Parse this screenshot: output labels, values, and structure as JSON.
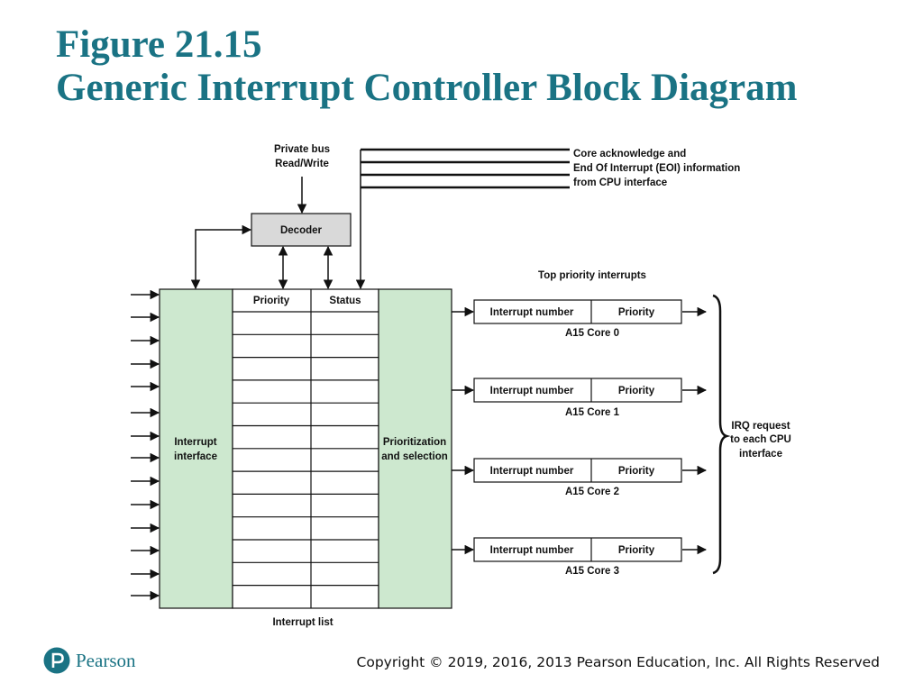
{
  "title": {
    "line1": "Figure 21.15",
    "line2": "Generic Interrupt Controller Block Diagram"
  },
  "diagram": {
    "private_bus": [
      "Private bus",
      "Read/Write"
    ],
    "decoder": "Decoder",
    "core_ack": [
      "Core acknowledge and",
      "End Of Interrupt (EOI) information",
      "from CPU interface"
    ],
    "top_priority": "Top priority interrupts",
    "interrupt_interface": [
      "Interrupt",
      "interface"
    ],
    "priority_header": "Priority",
    "status_header": "Status",
    "prioritization": [
      "Prioritization",
      "and selection"
    ],
    "interrupt_list": "Interrupt list",
    "cores": [
      {
        "number_label": "Interrupt number",
        "priority_label": "Priority",
        "name": "A15 Core 0"
      },
      {
        "number_label": "Interrupt number",
        "priority_label": "Priority",
        "name": "A15 Core 1"
      },
      {
        "number_label": "Interrupt number",
        "priority_label": "Priority",
        "name": "A15 Core 2"
      },
      {
        "number_label": "Interrupt number",
        "priority_label": "Priority",
        "name": "A15 Core 3"
      }
    ],
    "irq_request": [
      "IRQ request",
      "to each CPU",
      "interface"
    ],
    "colors": {
      "green": "#cde8cf",
      "decoder_gray": "#d9d9d9",
      "stroke": "#111111"
    }
  },
  "footer": {
    "logo_text": "Pearson",
    "logo_icon": "pearson-p-icon",
    "copyright": "Copyright © 2019, 2016, 2013 Pearson Education, Inc. All Rights Reserved"
  }
}
